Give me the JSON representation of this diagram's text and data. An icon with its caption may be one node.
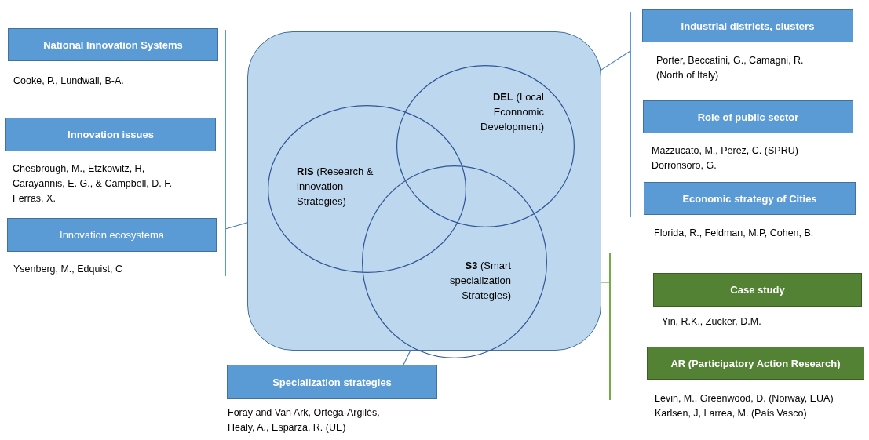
{
  "diagram": {
    "nodes": [
      {
        "text": [],
        "shape": "box"
      },
      {
        "text": [
          "**RIS** (Research & innovation Strategies)"
        ],
        "in": 0
      },
      {
        "text": [
          "**DEL** (Local Econnomic Development)"
        ],
        "in": 0
      },
      {
        "text": [
          "**S3** (Smart specialization Strategies)"
        ],
        "in": 0
      },
      {
        "text": [
          "National Innovation Systems"
        ],
        "beside": [
          "Cooke, P., Lundwall, B-A."
        ]
      },
      {
        "text": [
          "Innovation issues"
        ],
        "beside": [
          "Chesbrough, M., Etzkowitz,  H, Carayannis, E. G., & Campbell, D. F. Ferras, X."
        ]
      },
      {
        "text": [
          "Innovation ecosystema"
        ],
        "beside": [
          "Ysenberg, M., Edquist, C"
        ]
      },
      {
        "text": [],
        "shape": "bar"
      },
      {
        "text": [
          "Industrial districts, clusters"
        ],
        "beside": [
          "Porter, Beccatini, G., Camagni, R. (North of Italy)"
        ]
      },
      {
        "text": [
          "Role of public sector"
        ],
        "beside": [
          "Mazzucato, M., Perez, C. (SPRU) Dorronsoro, G."
        ]
      },
      {
        "text": [
          "Economic strategy of Cities"
        ],
        "beside": [
          "Florida, R., Feldman, M.P,  Cohen, B."
        ]
      },
      {
        "text": [],
        "shape": "bar"
      },
      {
        "text": [
          "Case study"
        ],
        "beside": [
          "Yin, R.K., Zucker, D.M."
        ]
      },
      {
        "text": [
          "AR (Participatory Action Research)"
        ],
        "beside": [
          "Levin, M., Greenwood,  D. (Norway, EUA) Karlsen, J, Larrea, M. (País Vasco)"
        ]
      },
      {
        "text": [],
        "shape": "bar"
      },
      {
        "text": [
          "Specialization strategies"
        ],
        "beside": [
          "Foray and Van Ark, Ortega-Argilés, Healy, A., Esparza, R.  (UE)"
        ]
      }
    ],
    "edges": [
      {
        "from": 7,
        "to": 1,
        "arrow": "none"
      },
      {
        "from": 11,
        "to": 2,
        "arrow": "none"
      },
      {
        "from": 14,
        "to": 0,
        "arrow": "none",
        "color": "#70ad47"
      },
      {
        "from": 15,
        "to": 3,
        "arrow": "none"
      }
    ]
  }
}
